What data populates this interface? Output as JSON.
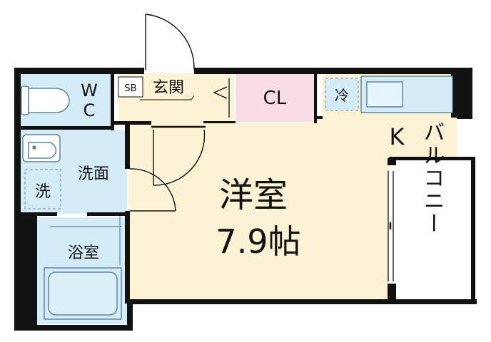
{
  "floorplan": {
    "rooms": {
      "wc": {
        "line1": "W",
        "line2": "C"
      },
      "sb": "SB",
      "entrance": "玄関",
      "closet": "CL",
      "fridge": "冷",
      "kitchen": "K",
      "washroom": "洗面",
      "washer": "洗",
      "bath": "浴室",
      "western_room": {
        "name": "洋室",
        "size": "7.9帖"
      },
      "balcony": "バルコニー"
    },
    "colors": {
      "floor": "#fbf3d4",
      "wet_area": "#d3ecf8",
      "closet": "#f8dde6",
      "wall": "#111111",
      "fixture_stroke": "#5e88a0",
      "dashed": "#8fa3ad"
    }
  }
}
